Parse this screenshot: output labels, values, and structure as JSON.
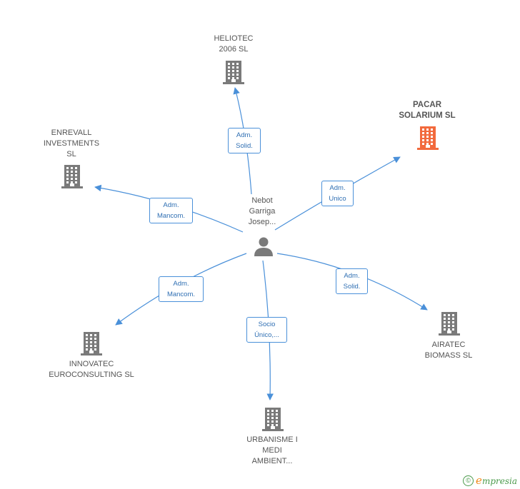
{
  "center": {
    "label": "Nebot\nGarriga\nJosep..."
  },
  "nodes": [
    {
      "id": "heliotec",
      "label": "HELIOTEC\n2006 SL",
      "highlight": false
    },
    {
      "id": "pacar",
      "label": "PACAR\nSOLARIUM SL",
      "highlight": true
    },
    {
      "id": "enrevall",
      "label": "ENREVALL\nINVESTMENTS\nSL",
      "highlight": false
    },
    {
      "id": "airatec",
      "label": "AIRATEC\nBIOMASS SL",
      "highlight": false
    },
    {
      "id": "innovatec",
      "label": "INNOVATEC\nEUROCONSULTING SL",
      "highlight": false
    },
    {
      "id": "urbanisme",
      "label": "URBANISME I\nMEDI\nAMBIENT...",
      "highlight": false
    }
  ],
  "edges": [
    {
      "to": "heliotec",
      "label": "Adm.\nSolid."
    },
    {
      "to": "pacar",
      "label": "Adm.\nUnico"
    },
    {
      "to": "enrevall",
      "label": "Adm.\nMancom."
    },
    {
      "to": "airatec",
      "label": "Adm.\nSolid."
    },
    {
      "to": "innovatec",
      "label": "Adm.\nMancom."
    },
    {
      "to": "urbanisme",
      "label": "Socio\nÚnico,..."
    }
  ],
  "colors": {
    "edge": "#4a90d9",
    "building": "#7a7a7a",
    "highlight_building": "#f26a3d",
    "edge_text": "#2f6fb3"
  },
  "icons": {
    "company": "building-icon",
    "person": "person-icon"
  },
  "footer": {
    "copyright_symbol": "©",
    "brand_initial": "e",
    "brand_rest": "mpresia"
  }
}
